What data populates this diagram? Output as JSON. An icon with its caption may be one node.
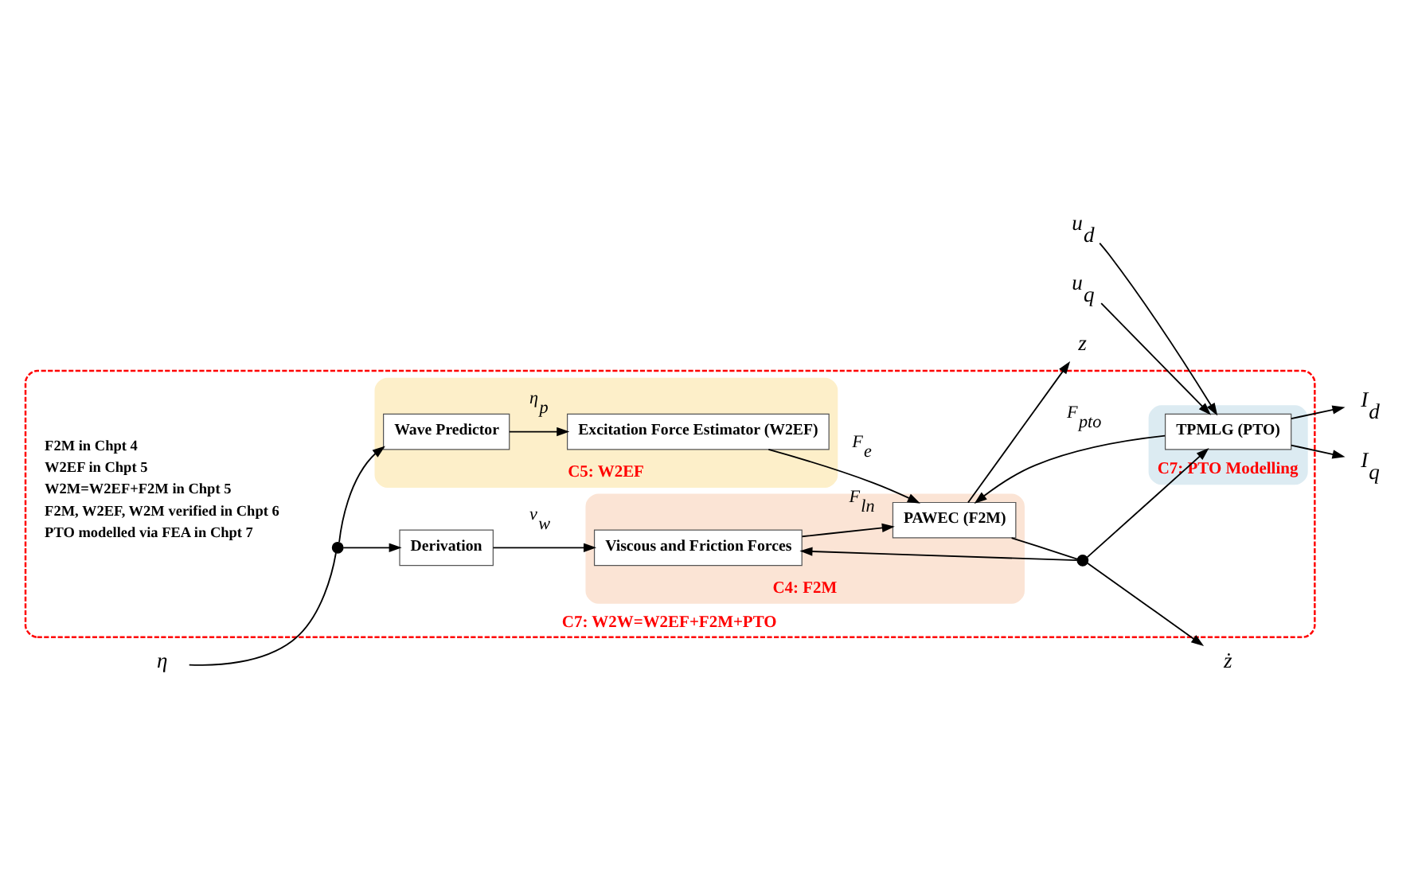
{
  "diagram": {
    "nodes": [
      {
        "text": [
          "C7: W2W=W2EF+F2M+PTO"
        ]
      },
      {
        "text": [
          "η"
        ]
      },
      {
        "text": [],
        "shape": "circle",
        "in": 0
      },
      {
        "text": [
          "Derivation"
        ],
        "in": 0
      },
      {
        "text": [
          "C5: W2EF"
        ],
        "in": 0
      },
      {
        "text": [
          "Wave Predictor"
        ],
        "in": 4
      },
      {
        "text": [
          "Excitation Force Estimator (W2EF)"
        ],
        "in": 4
      },
      {
        "text": [
          "C4: F2M"
        ],
        "in": 0
      },
      {
        "text": [
          "Viscous and Friction Forces"
        ],
        "in": 7
      },
      {
        "text": [
          "PAWEC (F2M)"
        ],
        "in": 7
      },
      {
        "text": [],
        "shape": "circle",
        "in": 0
      },
      {
        "text": [
          "C7: PTO Modelling"
        ],
        "in": 0
      },
      {
        "text": [
          "TPMLG (PTO)"
        ],
        "in": 11
      },
      {
        "text": [
          "z"
        ]
      },
      {
        "text": [
          "ż"
        ]
      },
      {
        "text": [
          "I$_{d}$"
        ]
      },
      {
        "text": [
          "I$_{q}$"
        ]
      },
      {
        "text": [
          "u$_{q}$"
        ]
      },
      {
        "text": [
          "u$_{d}$"
        ]
      }
    ],
    "edges": [
      {
        "from": 1,
        "to": 2,
        "arrow": "none"
      },
      {
        "from": 2,
        "to": 5,
        "arrow": "to"
      },
      {
        "from": 2,
        "to": 3,
        "arrow": "to"
      },
      {
        "from": 3,
        "to": 8,
        "arrow": "to",
        "label": "v$_{w}$"
      },
      {
        "from": 5,
        "to": 6,
        "arrow": "to",
        "label": "η$_{p}$"
      },
      {
        "from": 6,
        "to": 9,
        "arrow": "to",
        "label": "F$_{e}$"
      },
      {
        "from": 8,
        "to": 9,
        "arrow": "to",
        "label": "F$_{ln}$"
      },
      {
        "from": 9,
        "to": 13,
        "arrow": "to"
      },
      {
        "from": 9,
        "to": 10,
        "arrow": "none"
      },
      {
        "from": 10,
        "to": 14,
        "arrow": "to"
      },
      {
        "from": 10,
        "to": 8,
        "arrow": "to"
      },
      {
        "from": 10,
        "to": 12,
        "arrow": "to"
      },
      {
        "from": 12,
        "to": 9,
        "arrow": "to",
        "label": "F$_{pto}$"
      },
      {
        "from": 12,
        "to": 15,
        "arrow": "to"
      },
      {
        "from": 12,
        "to": 16,
        "arrow": "to"
      },
      {
        "from": 17,
        "to": 12,
        "arrow": "to"
      },
      {
        "from": 18,
        "to": 12,
        "arrow": "to"
      }
    ],
    "labels": [
      "F2M in Chpt 4",
      "W2EF in Chpt 5",
      "W2M=W2EF+F2M in Chpt 5",
      "F2M, W2EF, W2M verified in Chpt 6",
      "PTO modelled via FEA in Chpt 7"
    ]
  }
}
